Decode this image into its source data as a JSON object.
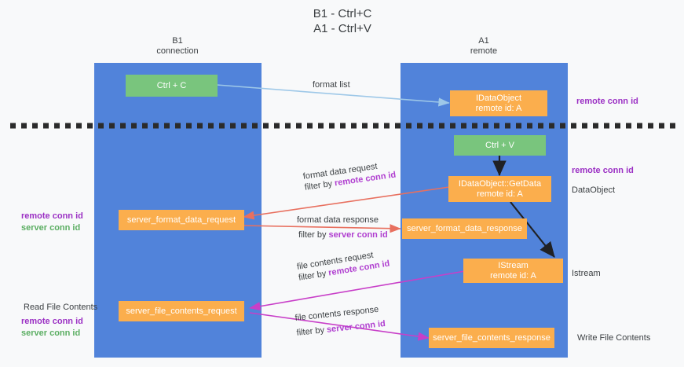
{
  "title": {
    "line1": "B1 - Ctrl+C",
    "line2": "A1 - Ctrl+V"
  },
  "columns": [
    {
      "name": "B1",
      "role": "connection"
    },
    {
      "name": "A1",
      "role": "remote"
    }
  ],
  "nodes": {
    "ctrl_c": {
      "label": "Ctrl + C"
    },
    "ctrl_v": {
      "label": "Ctrl + V"
    },
    "idataobject": {
      "line1": "IDataObject",
      "line2": "remote id: A"
    },
    "getdata": {
      "line1": "IDataObject::GetData",
      "line2": "remote id: A"
    },
    "istream": {
      "line1": "IStream",
      "line2": "remote id: A"
    },
    "format_req": {
      "label": "server_format_data_request"
    },
    "format_resp": {
      "label": "server_format_data_response"
    },
    "file_req": {
      "label": "server_file_contents_request"
    },
    "file_resp": {
      "label": "server_file_contents_response"
    }
  },
  "arrow_labels": {
    "format_list": "format list",
    "fdr_l1": "format data request",
    "fdr_l2_pre": "filter by ",
    "fdr_l2_key": "remote conn id",
    "fdres_l1": "format data response",
    "fdres_l2_pre": "filter by ",
    "fdres_l2_key": "server conn id",
    "fcr_l1": "file contents request",
    "fcr_l2_pre": "filter by ",
    "fcr_l2_key": "remote conn id",
    "fcres_l1": "file contents response",
    "fcres_l2_pre": "filter by ",
    "fcres_l2_key": "server conn id"
  },
  "annotations": {
    "right_top_conn": "remote conn id",
    "right_mid_conn": "remote conn id",
    "dataobject": "DataObject",
    "istream": "Istream",
    "write_file_contents": "Write File Contents",
    "left_mid_remote": "remote conn id",
    "left_mid_server": "server conn id",
    "read_file_contents": "Read File Contents",
    "left_bot_remote": "remote conn id",
    "left_bot_server": "server conn id"
  },
  "colors": {
    "lane": "#5183da",
    "green_node": "#79c57d",
    "orange_node": "#fbae4d",
    "red_arrow": "#e8705f",
    "light_blue_arrow": "#9ec8e8",
    "magenta_arrow": "#c83fc8",
    "black_arrow": "#202124",
    "purple_text": "#9b30c4",
    "green_text": "#5bae62",
    "background": "#f8f9fa"
  }
}
